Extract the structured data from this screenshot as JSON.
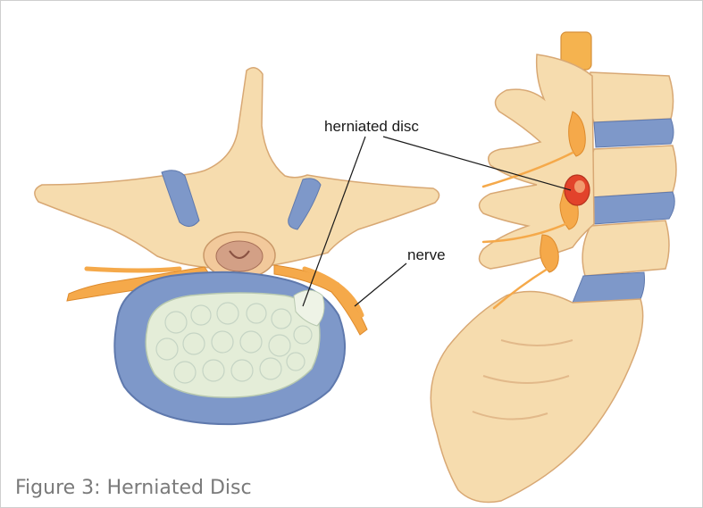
{
  "figure": {
    "caption": "Figure 3: Herniated Disc",
    "labels": {
      "herniated_disc": "herniated disc",
      "nerve": "nerve"
    },
    "colors": {
      "bone": "#f6dcae",
      "bone_shade": "#d8a874",
      "disc": "#7e98c9",
      "nucleus": "#e4edd8",
      "nerve": "#f5a94a",
      "herniation": "#e2432b",
      "frame": "#cfcfcf"
    }
  }
}
